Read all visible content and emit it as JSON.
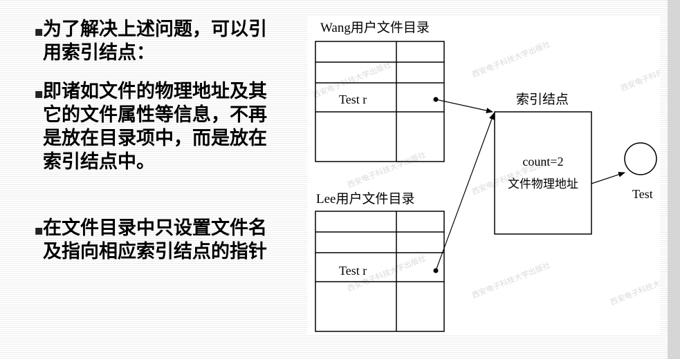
{
  "paragraphs": [
    {
      "bullet": "▪",
      "text": "为了解决上述问题，可以引用索引结点："
    },
    {
      "bullet": "▪",
      "text": "即诸如文件的物理地址及其它的文件属性等信息，不再是放在目录项中，而是放在索引结点中。"
    },
    {
      "bullet": "▪",
      "text": "在文件目录中只设置文件名及指向相应索引结点的指针"
    }
  ],
  "diagram": {
    "wang_title": "Wang用户文件目录",
    "lee_title": "Lee用户文件目录",
    "wang_entry": "Test r",
    "lee_entry": "Test r",
    "index_node_title": "索引结点",
    "index_count": "count=2",
    "index_address": "文件物理地址",
    "file_label": "Test",
    "watermark": "西安电子科技大学出版社"
  }
}
